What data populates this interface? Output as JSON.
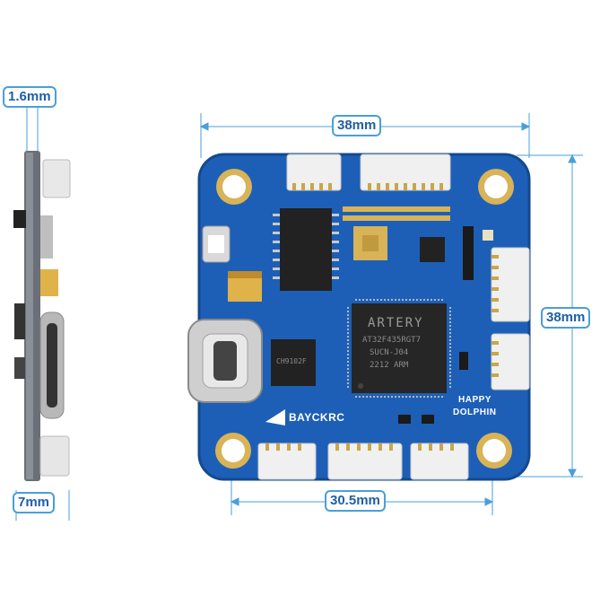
{
  "dimensions": {
    "board_thickness": "1.6mm",
    "side_height": "7mm",
    "board_width": "38mm",
    "board_height": "38mm",
    "mount_spacing": "30.5mm"
  },
  "board": {
    "brand": "BAYCKRC",
    "silk_line1": "HAPPY",
    "silk_line2": "DOLPHIN",
    "mcu_brand": "ARTERY",
    "mcu_part": "AT32F435RGT7",
    "mcu_line3": "SUCN-J04",
    "mcu_line4": "2212 ARM",
    "driver_chip": "CH9102F",
    "usb_port": "usb-c-port"
  },
  "colors": {
    "pcb": "#1d5fb6",
    "pcb_dark": "#144a93",
    "pad_gold": "#d8b357",
    "accent": "#4a9fd8"
  }
}
